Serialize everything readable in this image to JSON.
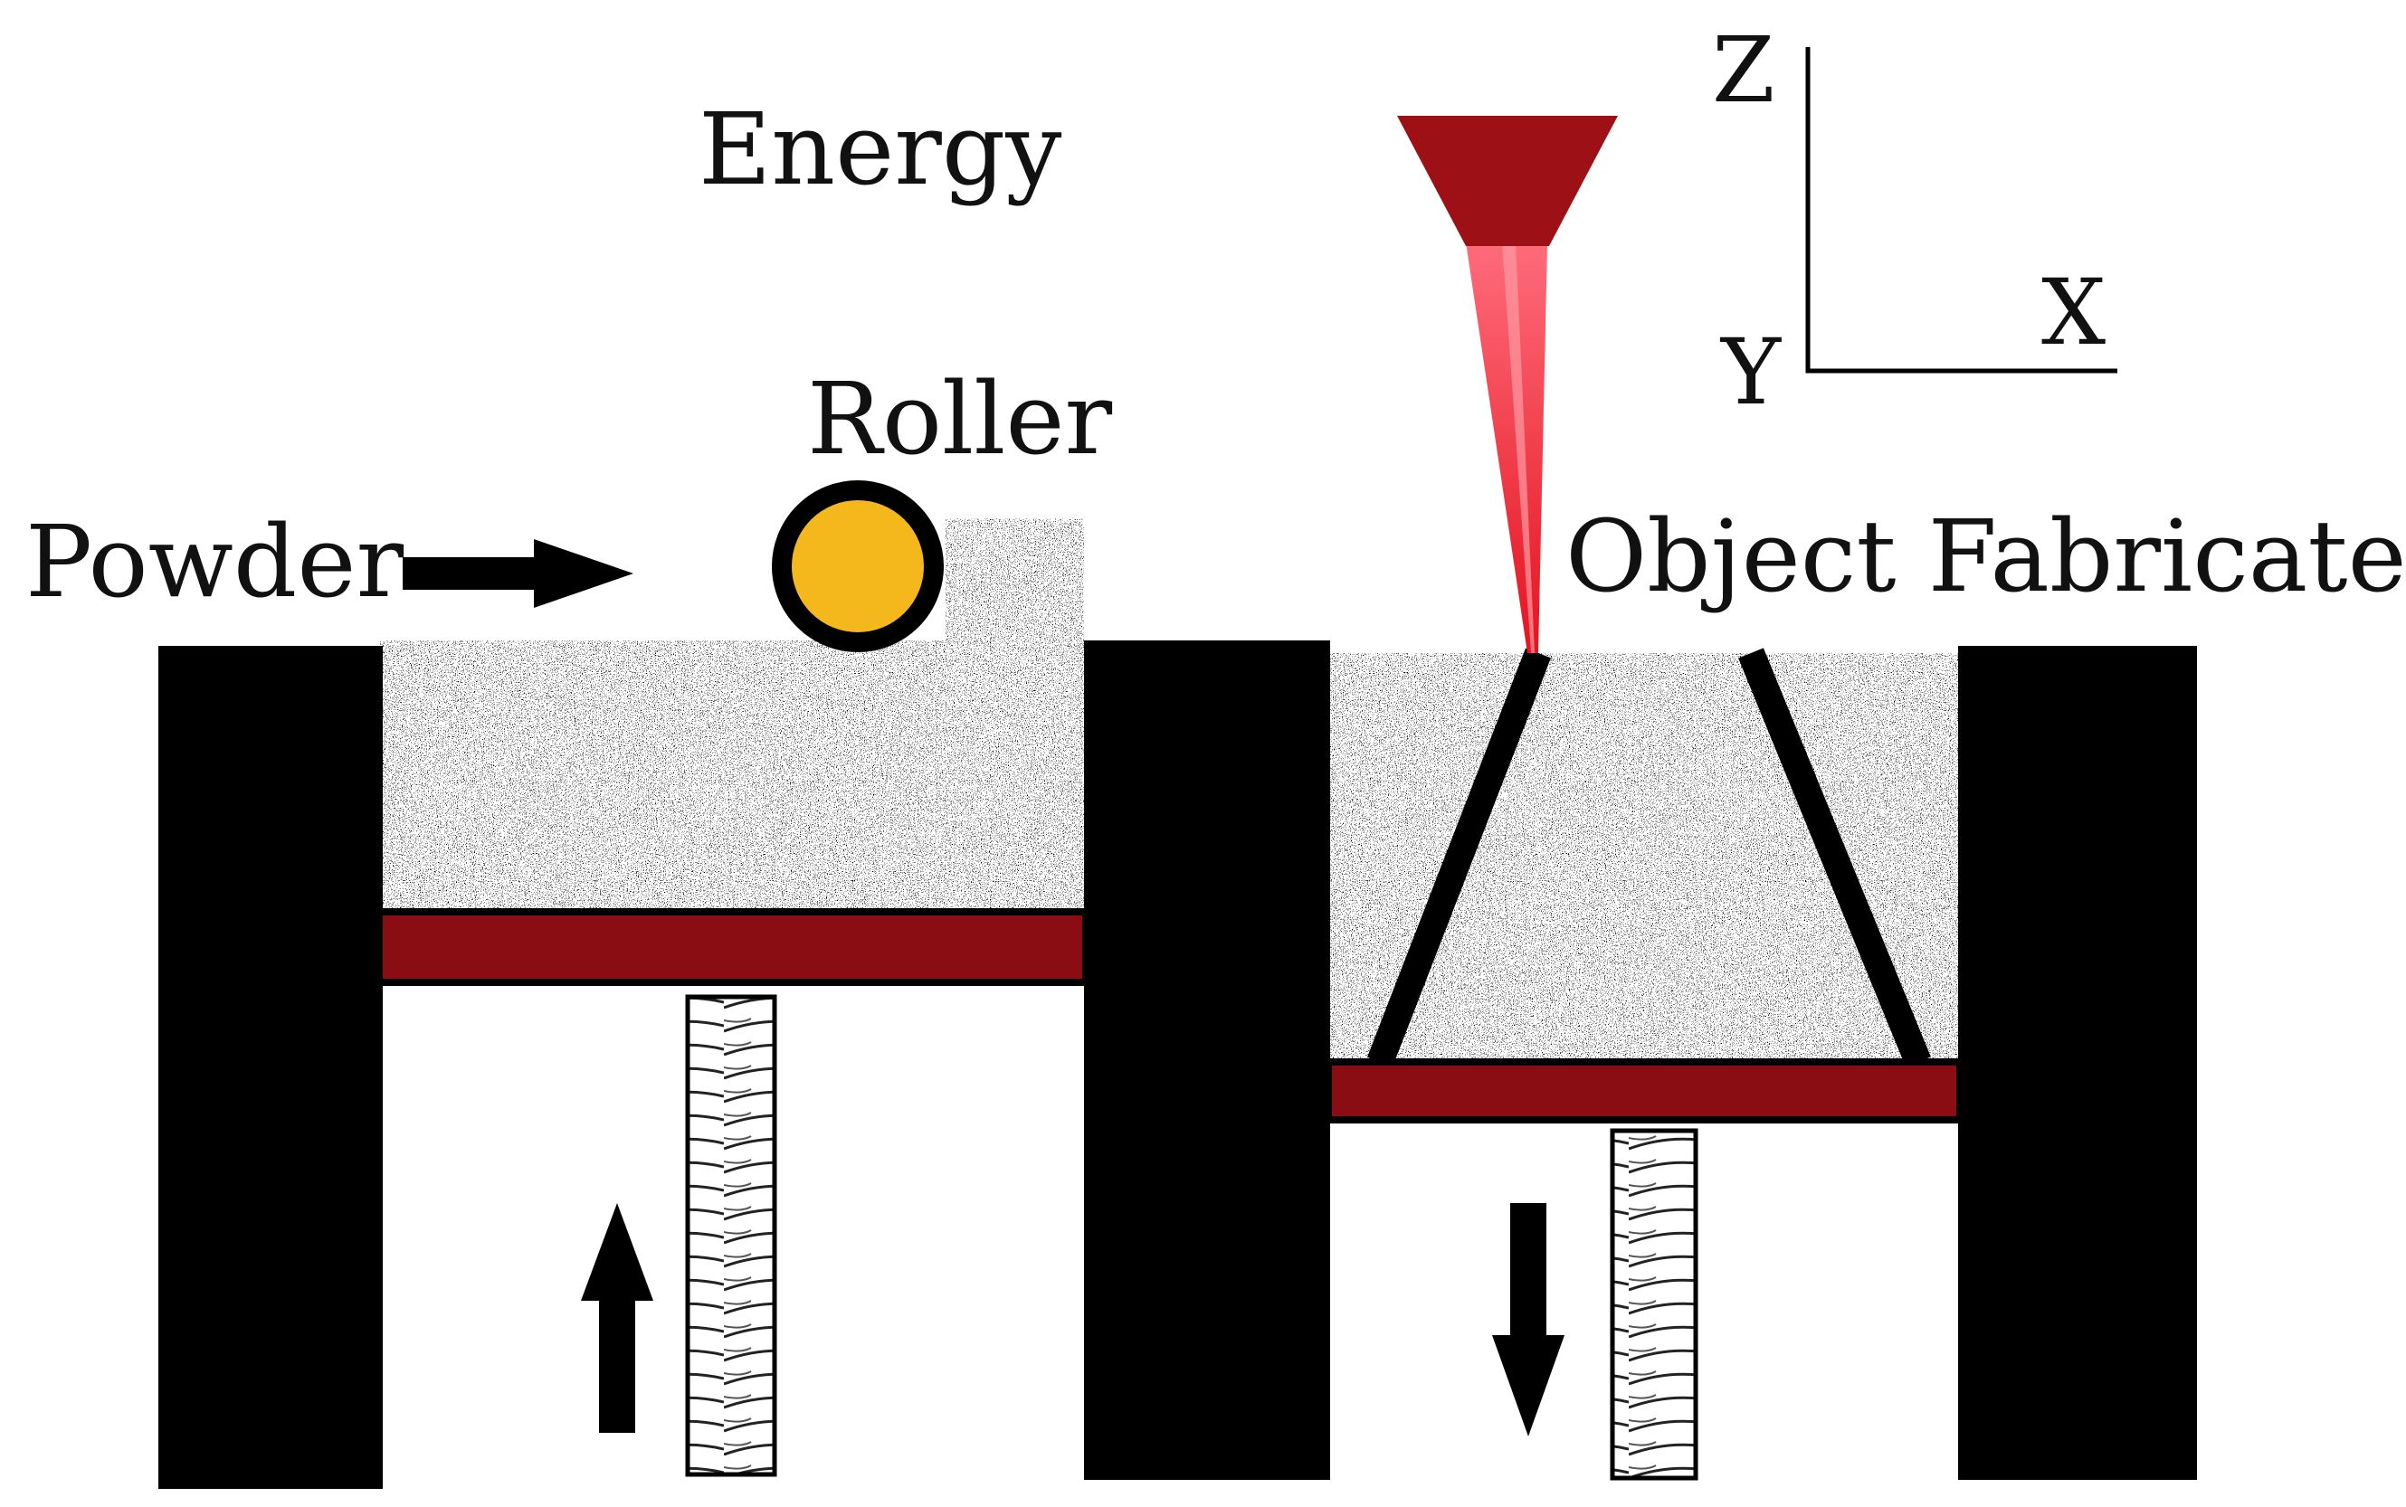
{
  "labels": {
    "energy": "Energy",
    "roller": "Roller",
    "powder": "Powder",
    "object_fabricated": "Object Fabricated",
    "axis_z": "Z",
    "axis_x": "X",
    "axis_y": "Y"
  },
  "colors": {
    "wall": "#000000",
    "platform": "#8b0d14",
    "roller_fill": "#f4b81c",
    "laser_head": "#9c1016",
    "laser_beam": "#e8182a",
    "powder_base": "#f2f2f2"
  },
  "icons": {
    "roller": "roller-circle",
    "laser": "laser-head",
    "motion_up": "arrow-up-icon",
    "motion_down": "arrow-down-icon",
    "powder_feed": "arrow-right-icon"
  }
}
